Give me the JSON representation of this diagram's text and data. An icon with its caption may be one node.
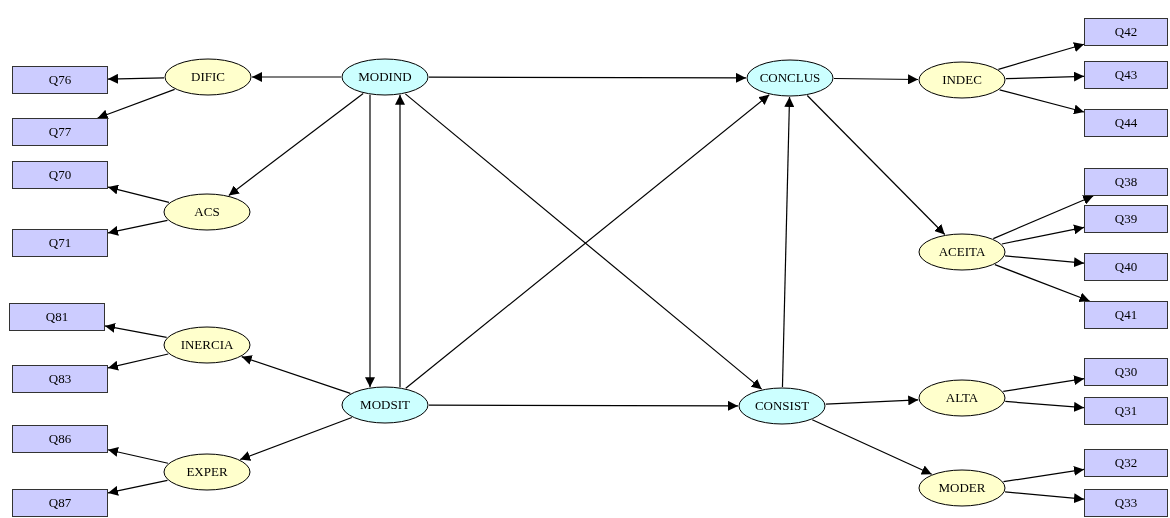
{
  "diagram": {
    "nodes": [
      {
        "text": [
          "Q42"
        ]
      },
      {
        "text": [
          "Q76"
        ]
      },
      {
        "text": [
          "DIFIC"
        ]
      },
      {
        "text": [
          "MODIND"
        ]
      },
      {
        "text": [
          "CONCLUS"
        ]
      },
      {
        "text": [
          "INDEC"
        ]
      },
      {
        "text": [
          "Q43"
        ]
      },
      {
        "text": [
          "Q44"
        ]
      },
      {
        "text": [
          "Q77"
        ]
      },
      {
        "text": [
          "Q70"
        ]
      },
      {
        "text": [
          "ACS"
        ]
      },
      {
        "text": [
          "Q38"
        ]
      },
      {
        "text": [
          "Q39"
        ]
      },
      {
        "text": [
          "ACEITA"
        ]
      },
      {
        "text": [
          "Q40"
        ]
      },
      {
        "text": [
          "Q71"
        ]
      },
      {
        "text": [
          "Q81"
        ]
      },
      {
        "text": [
          "INERCIA"
        ]
      },
      {
        "text": [
          "Q41"
        ]
      },
      {
        "text": [
          "Q30"
        ]
      },
      {
        "text": [
          "Q83"
        ]
      },
      {
        "text": [
          "MODSIT"
        ]
      },
      {
        "text": [
          "CONSIST"
        ]
      },
      {
        "text": [
          "ALTA"
        ]
      },
      {
        "text": [
          "Q31"
        ]
      },
      {
        "text": [
          "Q86"
        ]
      },
      {
        "text": [
          "EXPER"
        ]
      },
      {
        "text": [
          "Q32"
        ]
      },
      {
        "text": [
          "MODER"
        ]
      },
      {
        "text": [
          "Q87"
        ]
      },
      {
        "text": [
          "Q33"
        ]
      }
    ],
    "edges": [
      {
        "from": 3,
        "to": 2,
        "arrow": "to"
      },
      {
        "from": 2,
        "to": 1,
        "arrow": "to"
      },
      {
        "from": 2,
        "to": 8,
        "arrow": "to"
      },
      {
        "from": 3,
        "to": 10,
        "arrow": "to"
      },
      {
        "from": 10,
        "to": 9,
        "arrow": "to"
      },
      {
        "from": 10,
        "to": 15,
        "arrow": "to"
      },
      {
        "from": 3,
        "to": 21,
        "arrow": "to"
      },
      {
        "from": 21,
        "to": 3,
        "arrow": "to"
      },
      {
        "from": 3,
        "to": 4,
        "arrow": "to"
      },
      {
        "from": 3,
        "to": 22,
        "arrow": "to"
      },
      {
        "from": 21,
        "to": 4,
        "arrow": "to"
      },
      {
        "from": 21,
        "to": 22,
        "arrow": "to"
      },
      {
        "from": 21,
        "to": 17,
        "arrow": "to"
      },
      {
        "from": 17,
        "to": 16,
        "arrow": "to"
      },
      {
        "from": 17,
        "to": 20,
        "arrow": "to"
      },
      {
        "from": 21,
        "to": 26,
        "arrow": "to"
      },
      {
        "from": 26,
        "to": 25,
        "arrow": "to"
      },
      {
        "from": 26,
        "to": 29,
        "arrow": "to"
      },
      {
        "from": 22,
        "to": 4,
        "arrow": "to"
      },
      {
        "from": 4,
        "to": 5,
        "arrow": "to"
      },
      {
        "from": 5,
        "to": 0,
        "arrow": "to"
      },
      {
        "from": 5,
        "to": 6,
        "arrow": "to"
      },
      {
        "from": 5,
        "to": 7,
        "arrow": "to"
      },
      {
        "from": 4,
        "to": 13,
        "arrow": "to"
      },
      {
        "from": 13,
        "to": 11,
        "arrow": "to"
      },
      {
        "from": 13,
        "to": 12,
        "arrow": "to"
      },
      {
        "from": 13,
        "to": 14,
        "arrow": "to"
      },
      {
        "from": 13,
        "to": 18,
        "arrow": "to"
      },
      {
        "from": 22,
        "to": 23,
        "arrow": "to"
      },
      {
        "from": 23,
        "to": 19,
        "arrow": "to"
      },
      {
        "from": 23,
        "to": 24,
        "arrow": "to"
      },
      {
        "from": 22,
        "to": 28,
        "arrow": "to"
      },
      {
        "from": 28,
        "to": 27,
        "arrow": "to"
      },
      {
        "from": 28,
        "to": 30,
        "arrow": "to"
      }
    ]
  }
}
